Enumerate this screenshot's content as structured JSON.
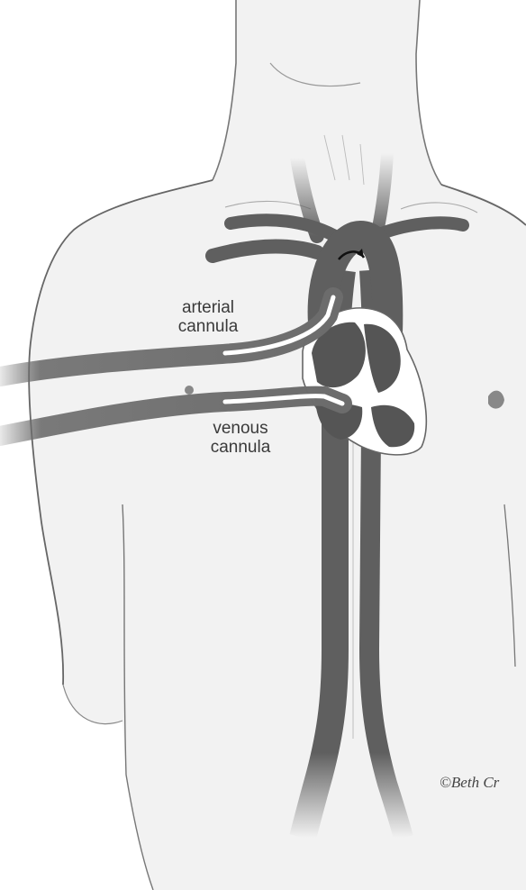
{
  "labels": {
    "arterial_line1": "arterial",
    "arterial_line2": "cannula",
    "venous_line1": "venous",
    "venous_line2": "cannula"
  },
  "credit": "©Beth Cr",
  "colors": {
    "vessel": "#5f5f5f",
    "heart": "#555555",
    "cannula": "#6c6c6c",
    "skin": "#f2f2f2",
    "outline": "#555555"
  }
}
